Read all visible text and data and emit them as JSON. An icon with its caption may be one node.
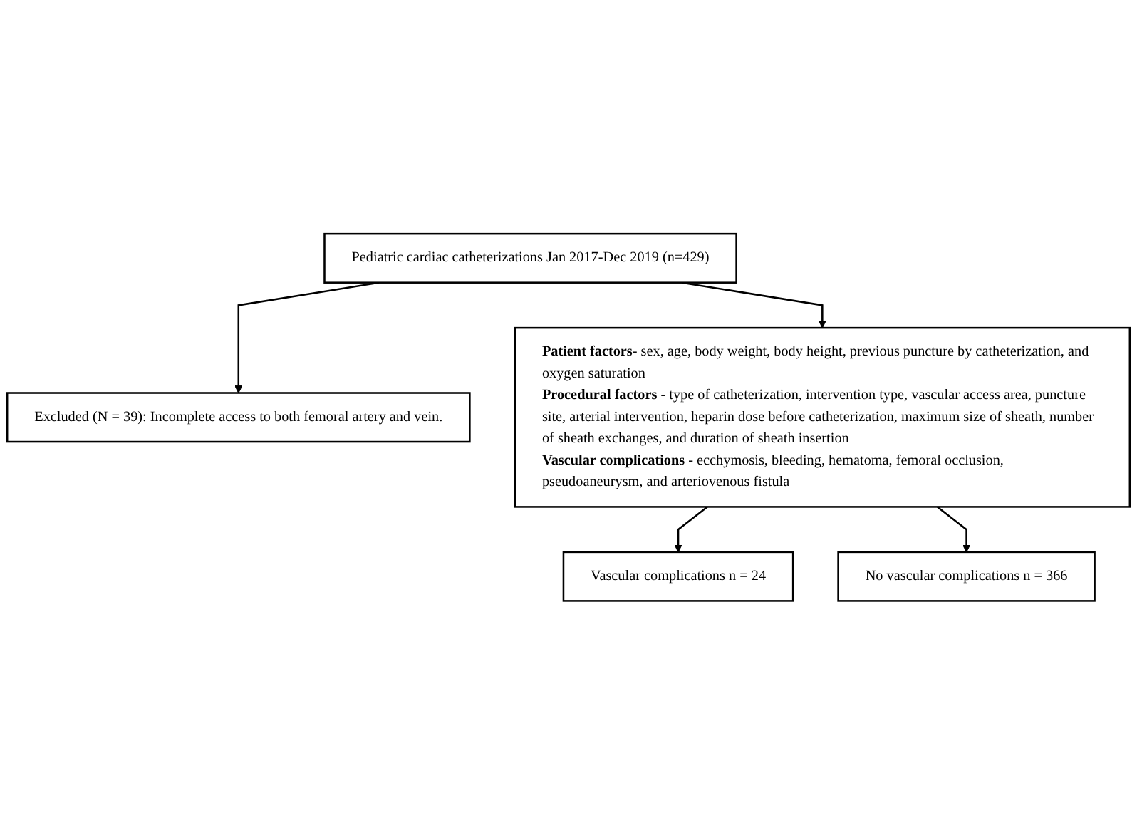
{
  "diagram": {
    "nodes": [
      {
        "text": [
          "Pediatric cardiac catheterizations Jan 2017-Dec 2019 (n=429)"
        ]
      },
      {
        "text": [
          "Excluded (N = 39): Incomplete access to both femoral artery and vein."
        ]
      },
      {
        "text": [
          "**Patient factors**- sex, age, body weight, body height, previous puncture by catheterization, and oxygen saturation",
          "**Procedural factors** - type of catheterization, intervention type, vascular access area, puncture site, arterial intervention, heparin dose before catheterization, maximum size of sheath, number of sheath exchanges, and duration of sheath insertion",
          "**Vascular complications** - ecchymosis, bleeding, hematoma, femoral occlusion, pseudoaneurysm, and arteriovenous fistula"
        ]
      },
      {
        "text": [
          "Vascular complications n = 24"
        ]
      },
      {
        "text": [
          "No vascular complications n = 366"
        ]
      }
    ],
    "edges": [
      {
        "from": 0,
        "to": 1,
        "arrow": "to"
      },
      {
        "from": 0,
        "to": 2,
        "arrow": "to"
      },
      {
        "from": 2,
        "to": 3,
        "arrow": "to"
      },
      {
        "from": 2,
        "to": 4,
        "arrow": "to"
      }
    ]
  }
}
